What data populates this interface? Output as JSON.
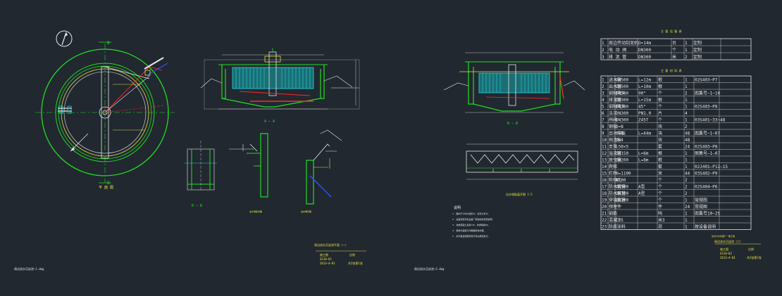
{
  "colors": {
    "background": "#212830",
    "white": "#e8e8e8",
    "green": "#22dd22",
    "cyan": "#22d8e0",
    "yellow": "#e8e040",
    "red": "#ff2a2a",
    "blue": "#3a4cff",
    "magenta": "#ff3ad0"
  },
  "left_sheet": {
    "plan_marker_top": "B",
    "plan_marker_bottom": "B",
    "plan_caption": "平 面 图",
    "section_caption": "A — A",
    "section_b_caption": "B — B",
    "detail1_caption": "出水堰板详图",
    "detail2_caption": "进水槽详图",
    "title_block": {
      "title": "周边进水沉淀池平面（一）",
      "row1_label": "施工图",
      "row1_value": "比例",
      "row2_label": "GS10—01",
      "row3_label": "2013—4—01",
      "row3_value": "共2张第1张"
    },
    "file_name": "周边进水沉淀池—1.dwg"
  },
  "right_sheet": {
    "section_caption": "B — B",
    "weir_caption": "出水堰板展开图 1:5",
    "notes_title": "说明",
    "notes": [
      "1. 图中尺寸均以毫米计，标高以米计。",
      "2. 设备安装详见设备厂家提供的安装说明。",
      "3. 池体混凝土采用C25，抗渗等级S6。",
      "4. 钢材外露部分均需做防腐处理。",
      "5. 未尽事宜按国家现行有关规范执行。"
    ],
    "table1_title": "主 要 设 备 表",
    "table1_rows": [
      [
        "1",
        "周边传动刮泥机",
        "D=14m",
        "台",
        "1",
        "定制"
      ],
      [
        "2",
        "电 动 阀",
        "DN300",
        "个",
        "1",
        "定制"
      ],
      [
        "3",
        "排 泥 管",
        "DN300",
        "米",
        "2",
        "定制"
      ]
    ],
    "table2_title": "主 要 材 料 表",
    "table2_rows": [
      [
        "1",
        "进水管",
        "DN500",
        "L=12m",
        "根",
        "1",
        "02S403—P7"
      ],
      [
        "2",
        "出水管",
        "DN500",
        "L=10m",
        "根",
        "1",
        ""
      ],
      [
        "3",
        "钢制弯头",
        "DN500",
        "90°",
        "个",
        "2",
        "图集号—1—10"
      ],
      [
        "4",
        "排泥管",
        "DN300",
        "L=15m",
        "根",
        "1",
        ""
      ],
      [
        "5",
        "钢制弯头",
        "DN300",
        "45°",
        "个",
        "1",
        "02S403—P8"
      ],
      [
        "6",
        "法兰",
        "DN300",
        "PN1.0",
        "片",
        "4",
        ""
      ],
      [
        "7",
        "闸阀",
        "DN300",
        "Z45T",
        "个",
        "1",
        "03S401—33—48"
      ],
      [
        "8",
        "钢板",
        "δ=8",
        "",
        "块",
        "2",
        ""
      ],
      [
        "9",
        "出水堰板",
        "δ=6",
        "L=44m",
        "块",
        "48",
        "图集号—1—07"
      ],
      [
        "10",
        "挡渣板",
        "δ=4",
        "",
        "块",
        "48",
        ""
      ],
      [
        "11",
        "支架",
        "L50×5",
        "",
        "套",
        "24",
        "02S403—P8"
      ],
      [
        "12",
        "溢流管",
        "DN150",
        "L=6m",
        "根",
        "1",
        "图集号—1—07"
      ],
      [
        "13",
        "放空管",
        "DN200",
        "L=8m",
        "根",
        "1",
        ""
      ],
      [
        "14",
        "爬梯",
        "",
        "",
        "套",
        "1",
        "02J401—P12—15"
      ],
      [
        "15",
        "栏杆",
        "H=1100",
        "",
        "米",
        "44",
        "03S402—P9"
      ],
      [
        "16",
        "检修孔",
        "Φ700",
        "",
        "个",
        "2",
        ""
      ],
      [
        "17",
        "防水套管",
        "DN500",
        "A型",
        "个",
        "2",
        "02S404—P6"
      ],
      [
        "18",
        "防水套管",
        "DN300",
        "A型",
        "个",
        "2",
        ""
      ],
      [
        "19",
        "穿墙套管",
        "DN200",
        "",
        "个",
        "1",
        "常规图"
      ],
      [
        "20",
        "预埋件",
        "",
        "",
        "件",
        "24",
        "常规图"
      ],
      [
        "21",
        "钢筋",
        "",
        "",
        "吨",
        "1",
        "图集号10—25"
      ],
      [
        "22",
        "混凝土",
        "C25",
        "",
        "米3",
        "1",
        ""
      ],
      [
        "23",
        "防腐涂料",
        "",
        "",
        "项",
        "1",
        "按设备说明"
      ]
    ],
    "title_block": {
      "company": "某市污水处理厂一期工程",
      "title": "周边进水沉淀池（二）",
      "row1_label": "施工图",
      "row1_value": "比例",
      "row2_label": "GS10—02",
      "row3_label": "2013—4—01",
      "row3_value": "共2张第2张"
    },
    "file_name": "周边进水沉淀池—2.dwg"
  }
}
